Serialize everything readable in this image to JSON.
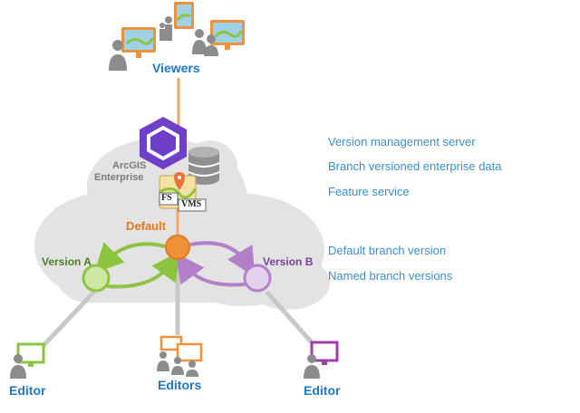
{
  "labels": {
    "viewers": "Viewers",
    "arcgis_line1": "ArcGIS",
    "arcgis_line2": "Enterprise",
    "fs_badge": "FS",
    "vms_badge": "VMS",
    "default": "Default",
    "version_a": "Version A",
    "version_b": "Version B",
    "editor_left": "Editor",
    "editors_center": "Editors",
    "editor_right": "Editor"
  },
  "legend": [
    "Version management server",
    "Branch versioned enterprise data",
    "Feature service",
    "Default branch version",
    "Named branch versions"
  ],
  "colors": {
    "accent_blue": "#1f78c1",
    "legend_blue": "#3a8fc4",
    "default_orange": "#f0923a",
    "version_a_green": "#8dc43f",
    "version_b_purple": "#b47fc9",
    "portal_purple": "#6e3fc8",
    "cloud_gray": "#e3e3e3"
  }
}
